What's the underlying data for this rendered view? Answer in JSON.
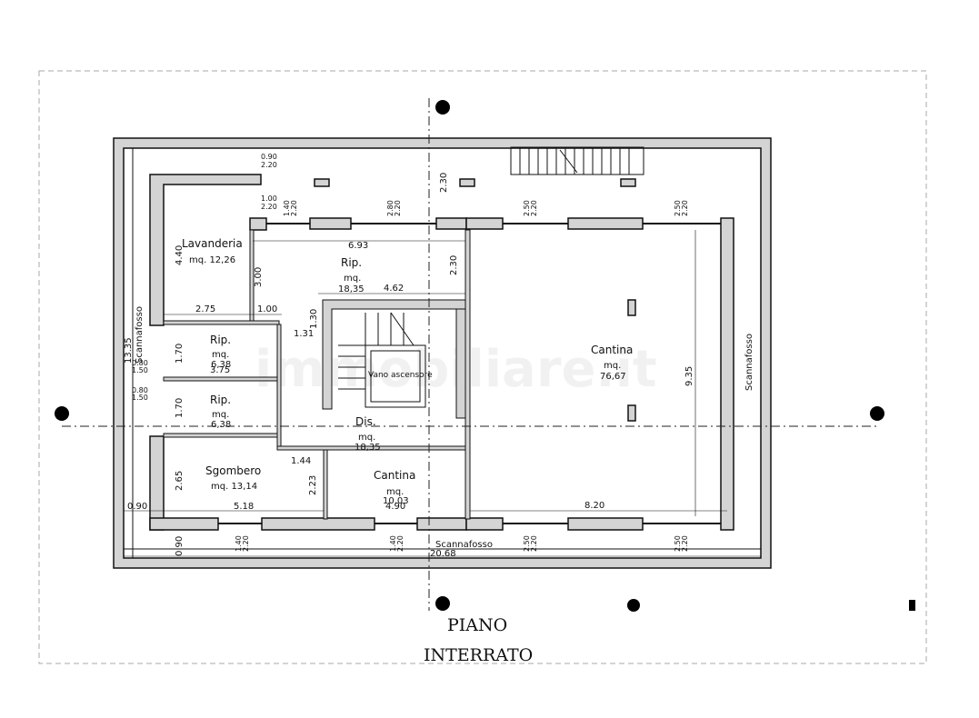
{
  "title": {
    "line1": "PIANO",
    "line2": "INTERRATO"
  },
  "watermark": "immobiliare.it",
  "rooms": [
    {
      "name": "Lavanderia",
      "area": "mq. 12,26"
    },
    {
      "name": "Rip.",
      "area_label": "mq.",
      "area": "18,35"
    },
    {
      "name": "Rip.",
      "area_label": "mq.",
      "area": "6,38"
    },
    {
      "name": "Rip.",
      "area_label": "mq.",
      "area": "6,38"
    },
    {
      "name": "Vano ascensore"
    },
    {
      "name": "Dis.",
      "area_label": "mq.",
      "area": "18,35"
    },
    {
      "name": "Sgombero",
      "area": "mq. 13,14"
    },
    {
      "name": "Cantina",
      "area_label": "mq.",
      "area": "10,03"
    },
    {
      "name": "Cantina",
      "area_label": "mq.",
      "area": "76,67"
    }
  ],
  "scannafosso": [
    "Scannafosso",
    "Scannafosso",
    "Scannafosso"
  ],
  "dimensions": [
    "0.90",
    "2.20",
    "1.00",
    "2.20",
    "1.40",
    "2.20",
    "2.80",
    "2.20",
    "2.30",
    "6.93",
    "2.30",
    "4.40",
    "3.00",
    "4.62",
    "2.75",
    "1.00",
    "1.30",
    "1.31",
    "13.35",
    "1.70",
    "0.80",
    "1.50",
    "3.75",
    "0.80",
    "1.50",
    "1.70",
    "1.44",
    "2.65",
    "2.23",
    "0.90",
    "5.18",
    "4.90",
    "0.90",
    "1.40",
    "2.20",
    "1.40",
    "2.20",
    "20.68",
    "2.50",
    "2.20",
    "2.50",
    "2.20",
    "9.35",
    "8.20",
    "2.50",
    "2.20",
    "2.50",
    "2.20"
  ]
}
